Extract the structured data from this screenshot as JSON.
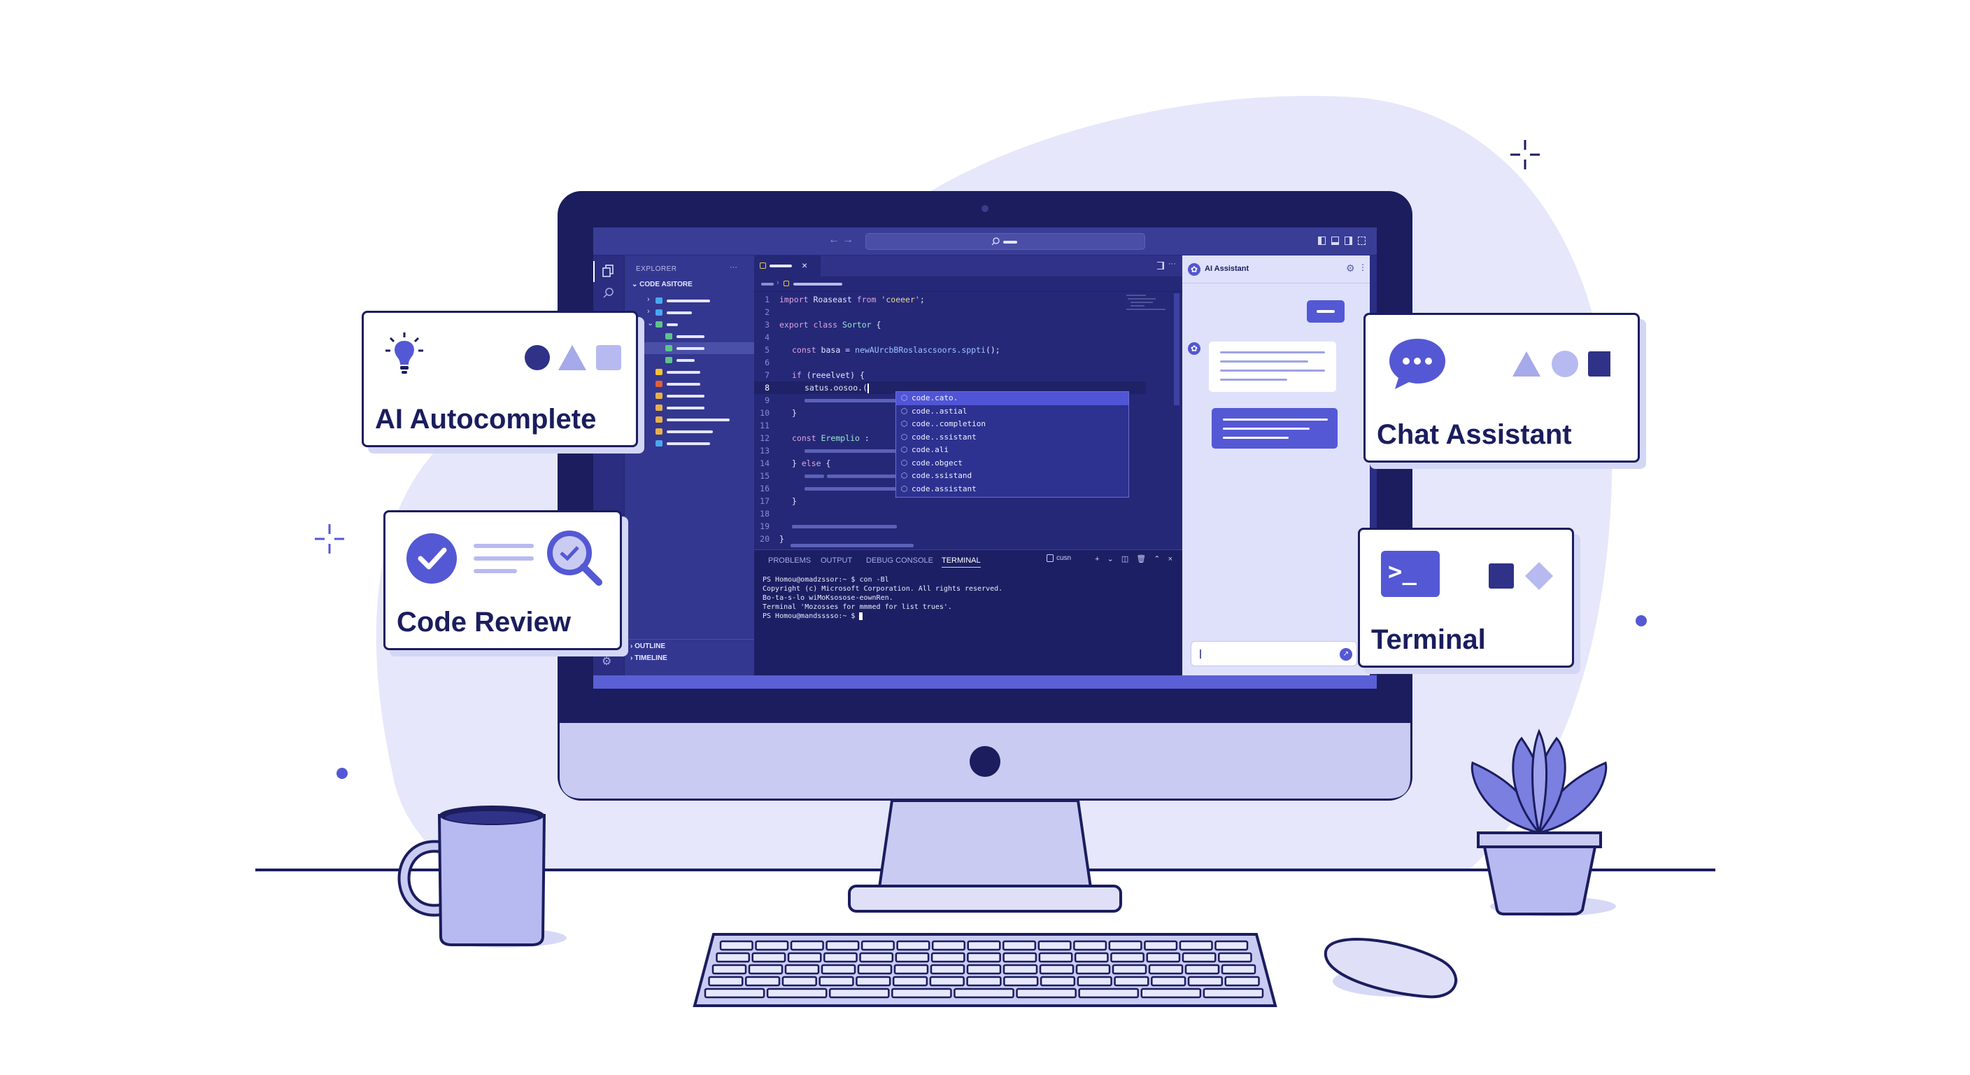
{
  "colors": {
    "navy": "#1b1d5e",
    "accent": "#5458d4",
    "lavender": "#e6e7fa",
    "screen": "#2b2e85",
    "statusbar": "#5b5fd6"
  },
  "titlebar": {
    "back_icon": "arrow-left-icon",
    "forward_icon": "arrow-right-icon",
    "search_icon": "search-icon",
    "layout_icons": [
      "toggle-sidebar-icon",
      "toggle-panel-icon",
      "toggle-secondary-sidebar-icon",
      "customize-layout-icon"
    ]
  },
  "activity_bar": {
    "items": [
      "files-icon",
      "search-icon"
    ],
    "bottom": "gear-icon"
  },
  "explorer": {
    "header": "EXPLORER",
    "more": "···",
    "root": "CODE ASITORE",
    "outline": "OUTLINE",
    "timeline": "TIMELINE",
    "rows": [
      {
        "icon_color": "#4aa6f0",
        "chev": ">"
      },
      {
        "icon_color": "#4aa6f0",
        "chev": ">"
      },
      {
        "icon_color": "#5cc48a",
        "chev": "v"
      },
      {
        "icon_color": "#5cc48a"
      },
      {
        "icon_color": "#5cc48a",
        "selected": true
      },
      {
        "icon_color": "#5cc48a"
      },
      {
        "icon_color": "#f2c233"
      },
      {
        "icon_color": "#e0603a"
      },
      {
        "icon_color": "#e7b04a"
      },
      {
        "icon_color": "#e7b04a"
      },
      {
        "icon_color": "#e7b04a"
      },
      {
        "icon_color": "#e7b04a"
      },
      {
        "icon_color": "#4aa6f0"
      }
    ]
  },
  "editor": {
    "tab_close": "×",
    "split_icon": "split-editor-icon",
    "more": "···",
    "lines": [
      {
        "n": "1",
        "indent": 0,
        "seg": [
          [
            "import",
            "kw"
          ],
          [
            " Roaseast ",
            ""
          ],
          [
            "from",
            "kw"
          ],
          [
            " 'coeeer'",
            "st"
          ],
          [
            ";",
            ""
          ]
        ]
      },
      {
        "n": "2",
        "indent": 0,
        "seg": []
      },
      {
        "n": "3",
        "indent": 0,
        "seg": [
          [
            "export class ",
            "kw"
          ],
          [
            "Sortor",
            "cls"
          ],
          [
            " {",
            ""
          ]
        ]
      },
      {
        "n": "4",
        "indent": 0,
        "seg": []
      },
      {
        "n": "5",
        "indent": 1,
        "seg": [
          [
            "const ",
            "kw"
          ],
          [
            "basa = ",
            ""
          ],
          [
            "newAUrcbBRoslascsoors.sppti",
            "fn"
          ],
          [
            "();",
            ""
          ]
        ]
      },
      {
        "n": "6",
        "indent": 0,
        "seg": []
      },
      {
        "n": "7",
        "indent": 1,
        "seg": [
          [
            "if ",
            "kw"
          ],
          [
            "(reeelvet) {",
            ""
          ]
        ]
      },
      {
        "n": "8",
        "indent": 2,
        "seg": [
          [
            "satus.oosoo.(",
            ""
          ]
        ],
        "current": true
      },
      {
        "n": "9",
        "indent": 2,
        "seg": []
      },
      {
        "n": "10",
        "indent": 1,
        "seg": [
          [
            "}",
            ""
          ]
        ]
      },
      {
        "n": "11",
        "indent": 0,
        "seg": []
      },
      {
        "n": "12",
        "indent": 1,
        "seg": [
          [
            "const ",
            "kw"
          ],
          [
            "Eremplio",
            "cls"
          ],
          [
            " :",
            ""
          ]
        ]
      },
      {
        "n": "13",
        "indent": 2,
        "seg": []
      },
      {
        "n": "14",
        "indent": 1,
        "seg": [
          [
            "} ",
            ""
          ],
          [
            "else",
            "kw"
          ],
          [
            " {",
            ""
          ]
        ]
      },
      {
        "n": "15",
        "indent": 2,
        "seg": []
      },
      {
        "n": "16",
        "indent": 2,
        "seg": []
      },
      {
        "n": "17",
        "indent": 1,
        "seg": [
          [
            "}",
            ""
          ]
        ]
      },
      {
        "n": "18",
        "indent": 0,
        "seg": []
      },
      {
        "n": "19",
        "indent": 1,
        "seg": []
      },
      {
        "n": "20",
        "indent": 0,
        "seg": [
          [
            "}",
            ""
          ]
        ]
      }
    ],
    "autocomplete": [
      "code.cato.",
      "code..astial",
      "code..completion",
      "code..ssistant",
      "code.ali",
      "code.obgect",
      "code.ssistand",
      "code.assistant"
    ]
  },
  "panel": {
    "tabs": [
      "PROBLEMS",
      "OUTPUT",
      "DEBUG CONSOLE",
      "TERMINAL"
    ],
    "active": "TERMINAL",
    "shell": "cusn",
    "actions": "+ ⌄ ◫ 🗑 ⌃ ×",
    "terminal": [
      "PS Homou@omadzssor:~ $ con -Bl",
      "Copyright (c) Microsoft Corporation. All rights reserved.",
      "Bo-ta-s-lo wiMoKsosose-eownRen.",
      "Terminal 'Mozosses for mmmed for list trues'.",
      "PS Homou@mandsssso:~ $ "
    ]
  },
  "assistant": {
    "title": "AI Assistant",
    "settings_icon": "gear-icon",
    "more_icon": "kebab-icon",
    "input_placeholder": "",
    "send_icon": "send-icon"
  },
  "cards": [
    {
      "title": "AI Autocomplete",
      "icon": "lightbulb-icon",
      "shapes": [
        "circle",
        "triangle",
        "square"
      ]
    },
    {
      "title": "Code Review",
      "icon": "check-circle-icon",
      "extra": "magnifier-icon"
    },
    {
      "title": "Chat Assistant",
      "icon": "chat-bubble-icon",
      "shapes": [
        "triangle",
        "circle",
        "square"
      ]
    },
    {
      "title": "Terminal",
      "icon": "terminal-icon",
      "icon_text": ">_",
      "shapes": [
        "square",
        "diamond"
      ]
    }
  ]
}
